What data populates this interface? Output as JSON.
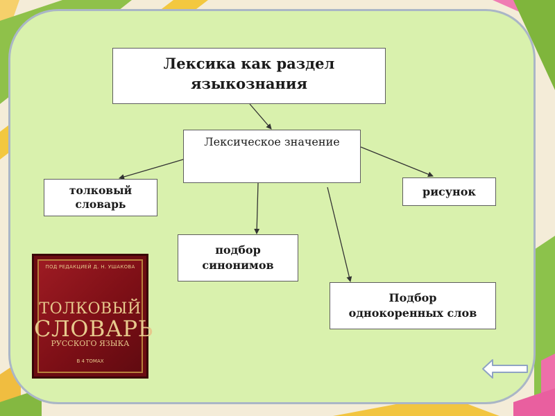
{
  "diagram": {
    "root": "Лексика как раздел языкознания",
    "meaning": "Лексическое значение",
    "dict": [
      "толковый",
      "словарь"
    ],
    "picture": "рисунок",
    "synonyms": [
      "подбор",
      "синонимов"
    ],
    "root_words": [
      "Подбор",
      "однокоренных слов"
    ]
  },
  "book": {
    "editor": "ПОД РЕДАКЦИЕЙ Д. Н. УШАКОВА",
    "title_line1": "ТОЛКОВЫЙ",
    "title_line2": "СЛОВАРЬ",
    "title_line3": "РУССКОГО ЯЗЫКА",
    "volumes": "В 4 ТОМАХ"
  },
  "navigation": {
    "back_icon": "back-arrow-icon"
  },
  "colors": {
    "panel": "#d9f1ad",
    "panel_border": "#aab6c6",
    "book_cover": "#8b141b",
    "book_text": "#e7c98d"
  }
}
